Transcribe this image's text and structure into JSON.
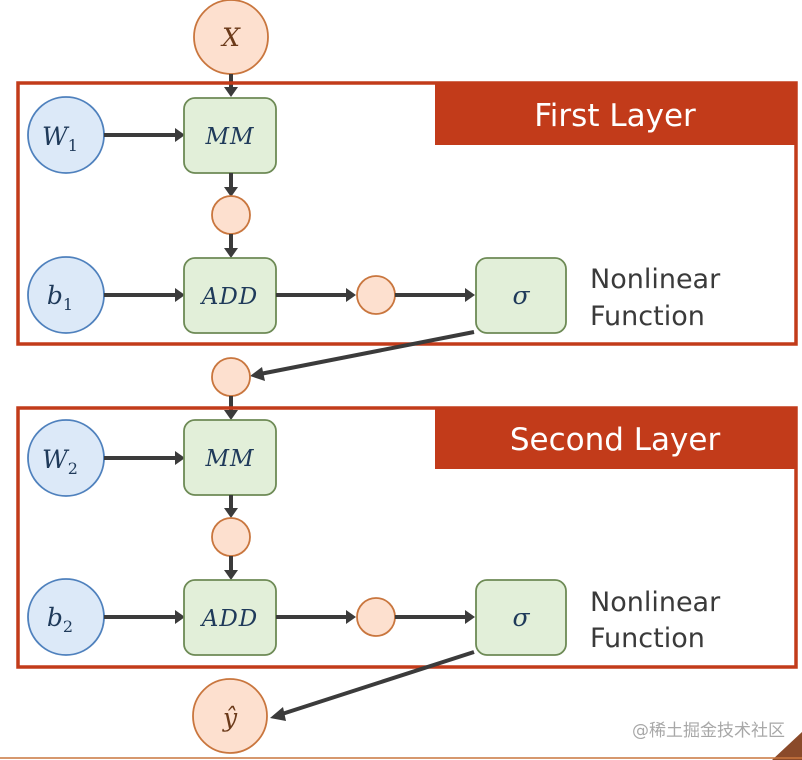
{
  "input": {
    "label": "X"
  },
  "output": {
    "label": "ŷ"
  },
  "layers": [
    {
      "title": "First Layer",
      "weight": {
        "symbol": "W",
        "subscript": "1"
      },
      "bias": {
        "symbol": "b",
        "subscript": "1"
      },
      "matmul_label": "MM",
      "add_label": "ADD",
      "activation_label": "σ",
      "note_lines": [
        "Nonlinear",
        "Function"
      ]
    },
    {
      "title": "Second Layer",
      "weight": {
        "symbol": "W",
        "subscript": "2"
      },
      "bias": {
        "symbol": "b",
        "subscript": "2"
      },
      "matmul_label": "MM",
      "add_label": "ADD",
      "activation_label": "σ",
      "note_lines": [
        "Nonlinear",
        "Function"
      ]
    }
  ],
  "watermark": "@稀土掘金技术社区",
  "colors": {
    "layer_frame": "#c23b1a",
    "io_node_fill": "#fde0cf",
    "param_node_fill": "#dce9f8",
    "op_node_fill": "#e2efd9",
    "edge": "#3b3b3b"
  }
}
